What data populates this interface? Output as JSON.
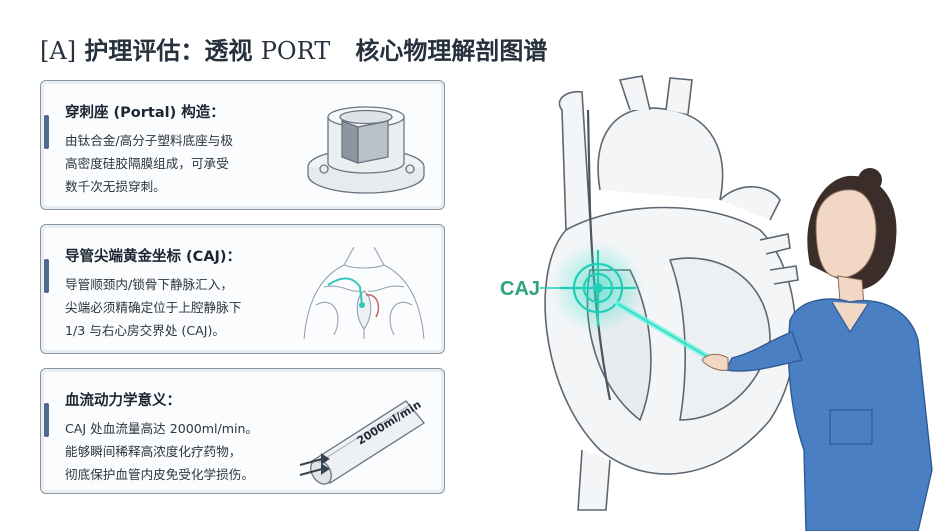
{
  "title": {
    "bracket": "[A]",
    "prefix": "护理评估：透视",
    "port": "PORT",
    "suffix": "核心物理解剖图谱"
  },
  "cards": [
    {
      "title": "穿刺座 (Portal) 构造：",
      "body": "由钛合金/高分子塑料底座与极\n高密度硅胶隔膜组成，可承受\n数千次无损穿刺。",
      "icon": "port-reservoir-icon"
    },
    {
      "title": "导管尖端黄金坐标 (CAJ)：",
      "body": "导管顺颈内/锁骨下静脉汇入，\n尖端必须精确定位于上腔静脉下\n1/3 与右心房交界处 (CAJ)。",
      "icon": "chest-vessels-icon"
    },
    {
      "title": "血流动力学意义：",
      "body": "CAJ 处血流量高达 2000ml/min。\n能够瞬间稀释高浓度化疗药物，\n彻底保护血管内皮免受化学损伤。",
      "icon": "vessel-flow-icon",
      "flow_label": "2000ml/min"
    }
  ],
  "illustration": {
    "caj_label": "CAJ",
    "heart_icon": "heart-anatomy-icon",
    "nurse_icon": "nurse-figure-icon"
  },
  "colors": {
    "accent": "#4f6a8a",
    "caj_green": "#2ea37f",
    "glow_cyan": "#2fe0c8",
    "scrubs_blue": "#4a7fc4"
  }
}
